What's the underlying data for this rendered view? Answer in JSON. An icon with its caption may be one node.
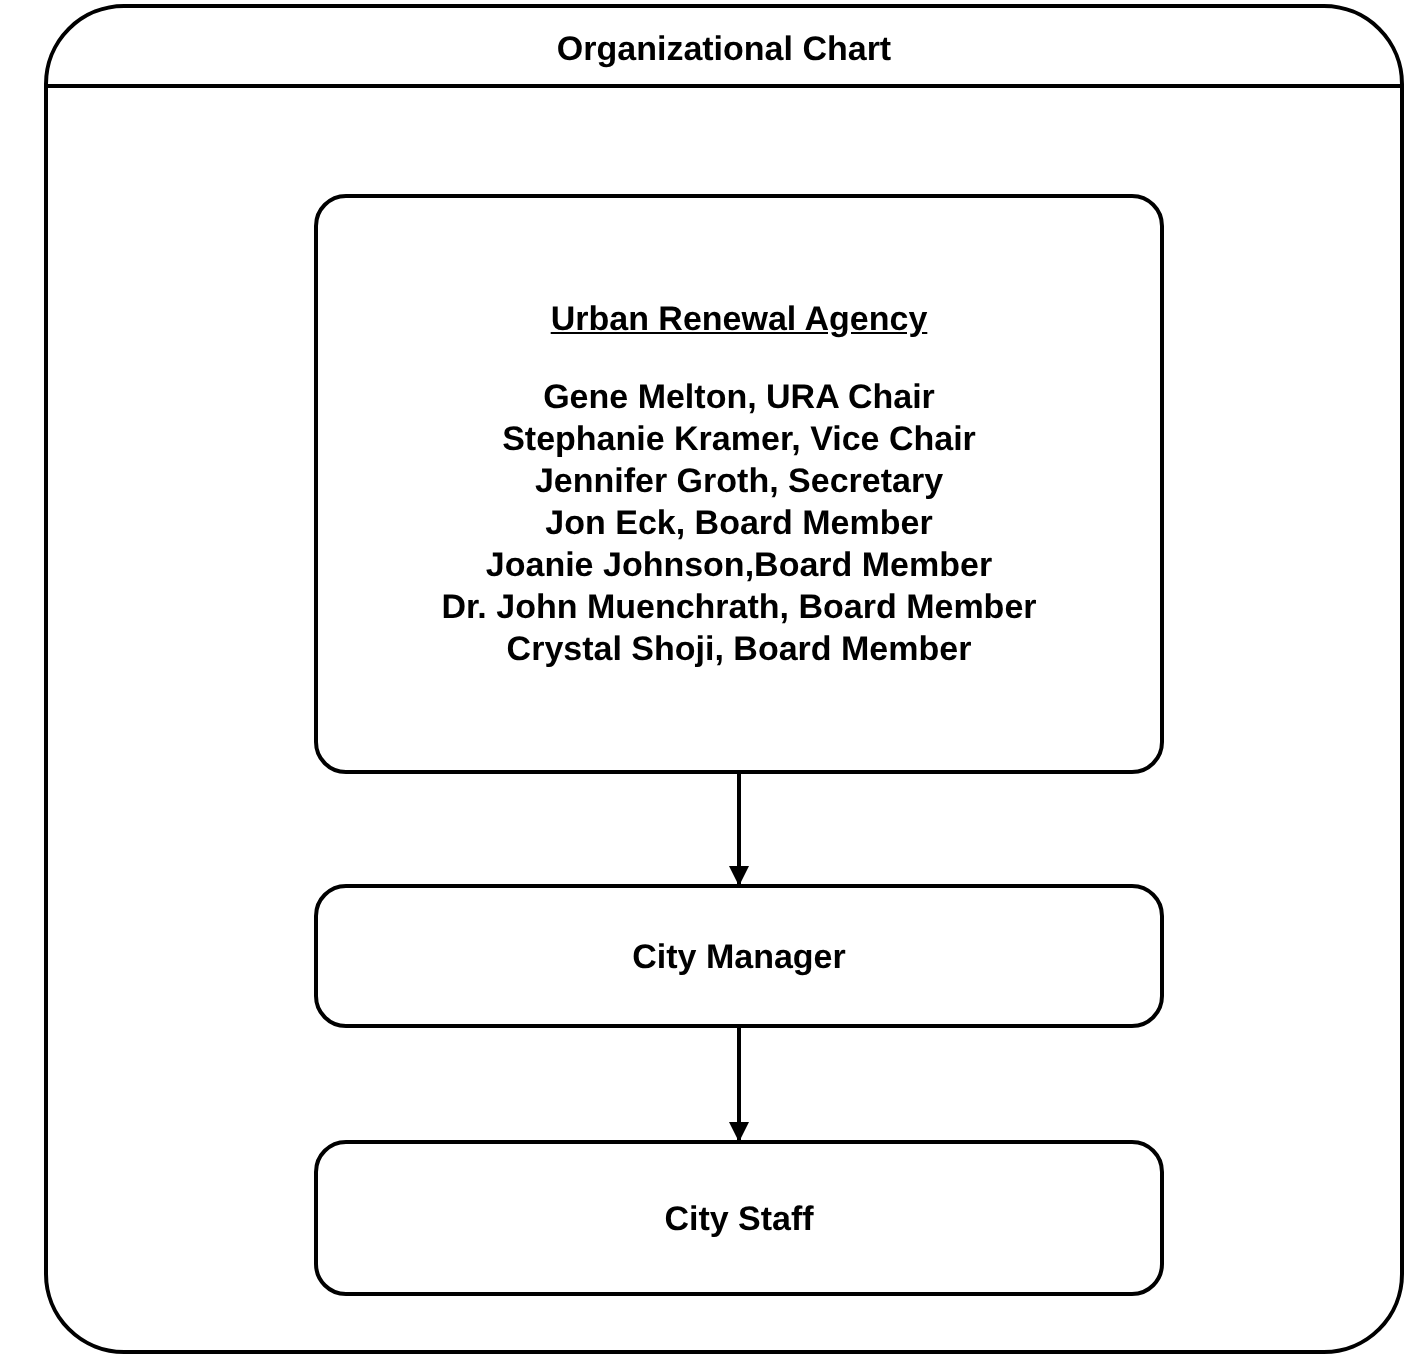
{
  "diagram": {
    "title": "Organizational Chart",
    "nodes": [
      {
        "text": [
          "Urban Renewal Agency",
          "Gene Melton, URA Chair",
          "Stephanie Kramer, Vice Chair",
          "Jennifer Groth, Secretary",
          "Jon Eck, Board Member",
          "Joanie Johnson,Board Member",
          "Dr. John Muenchrath, Board Member",
          "Crystal Shoji, Board Member"
        ]
      },
      {
        "text": [
          "City Manager"
        ]
      },
      {
        "text": [
          "City Staff"
        ]
      }
    ],
    "edges": [
      {
        "from": 0,
        "to": 1,
        "arrow": "to"
      },
      {
        "from": 1,
        "to": 2,
        "arrow": "to"
      }
    ]
  }
}
